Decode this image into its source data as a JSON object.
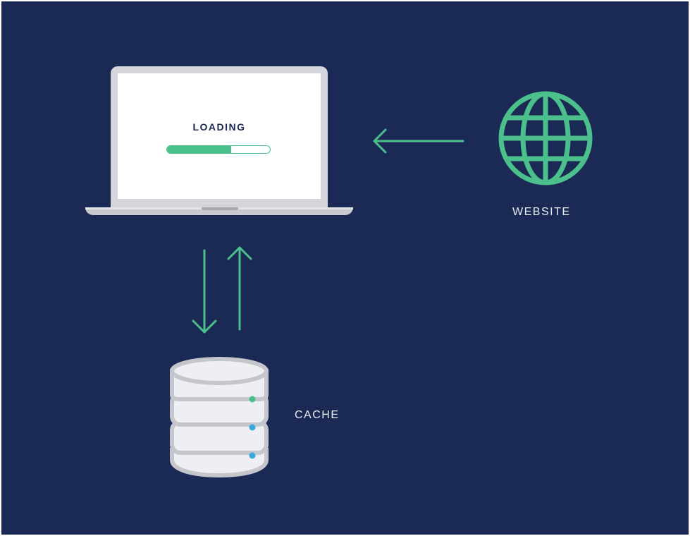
{
  "screen": {
    "loading_text": "LOADING",
    "progress_fraction": 0.62
  },
  "website": {
    "label": "WEBSITE",
    "icon": "globe-icon"
  },
  "cache": {
    "label": "CACHE",
    "icon": "database-icon",
    "status_led_colors": [
      "#4cc08c",
      "#3aa8e0",
      "#3aa8e0"
    ]
  },
  "colors": {
    "background": "#1b2a55",
    "accent": "#4cc08c",
    "device": "#d4d6db"
  }
}
